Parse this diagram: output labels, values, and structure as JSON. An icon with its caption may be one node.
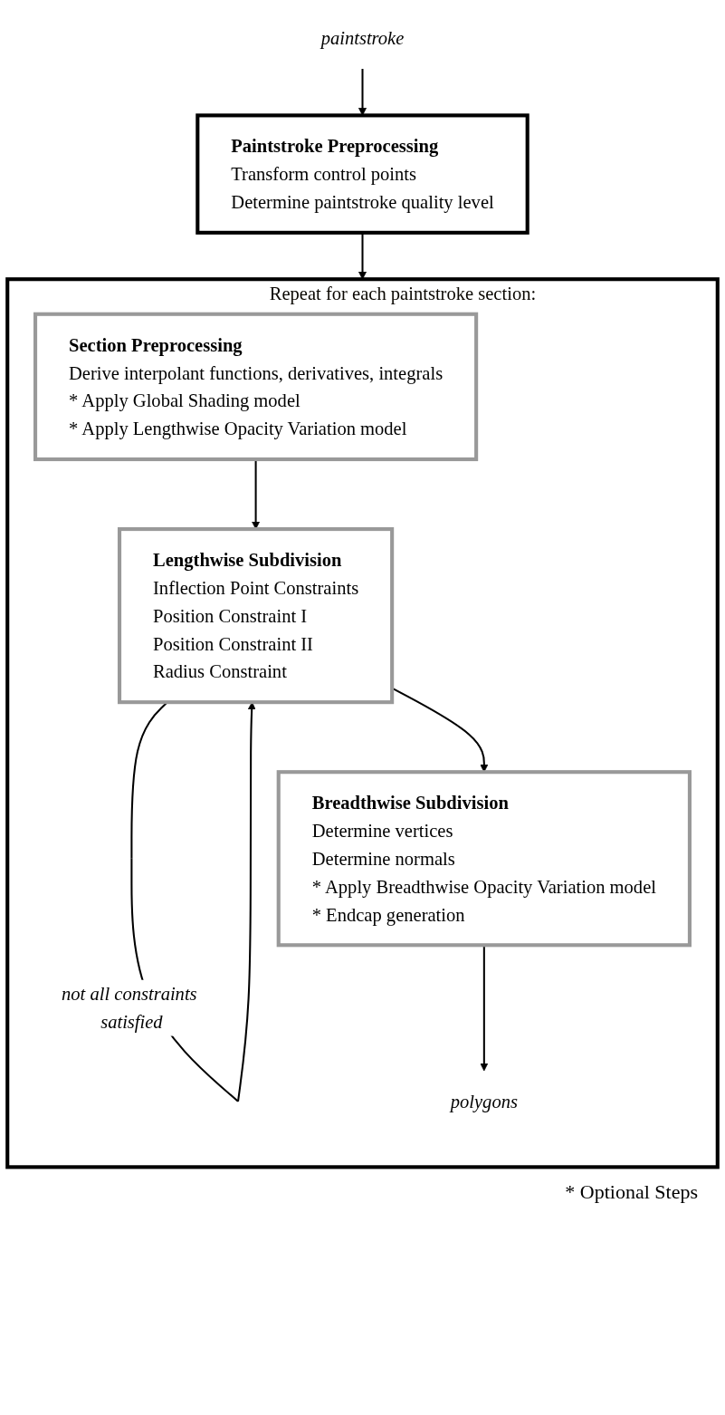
{
  "diagram": {
    "nodes": [
      {
        "text": [
          "paintstroke"
        ]
      },
      {
        "text": [
          "Paintstroke Preprocessing",
          "Transform control points",
          "Determine paintstroke quality level"
        ]
      },
      {
        "text": [
          "Repeat for each paintstroke section:"
        ]
      },
      {
        "text": [
          "Section Preprocessing",
          "Derive interpolant functions, derivatives, integrals",
          "* Apply Global Shading model",
          "* Apply Lengthwise Opacity Variation model"
        ],
        "in": 2
      },
      {
        "text": [
          "Lengthwise Subdivision",
          "Inflection Point Constraints",
          "Position Constraint I",
          "Position Constraint II",
          "Radius Constraint"
        ],
        "in": 2
      },
      {
        "text": [
          "Breadthwise Subdivision",
          "Determine vertices",
          "Determine normals",
          "* Apply Breadthwise Opacity Variation model",
          "* Endcap generation"
        ],
        "in": 2
      },
      {
        "text": [
          "polygons"
        ],
        "in": 2
      }
    ],
    "edges": [
      {
        "from": 0,
        "to": 1,
        "arrow": "to"
      },
      {
        "from": 1,
        "to": 2,
        "arrow": "to"
      },
      {
        "from": 3,
        "to": 4,
        "arrow": "to"
      },
      {
        "from": 4,
        "to": 4,
        "arrow": "to",
        "label": "not all constraints satisfied"
      },
      {
        "from": 4,
        "to": 5,
        "arrow": "to"
      },
      {
        "from": 5,
        "to": 6,
        "arrow": "to"
      }
    ],
    "labels": [
      "* Optional Steps"
    ]
  }
}
